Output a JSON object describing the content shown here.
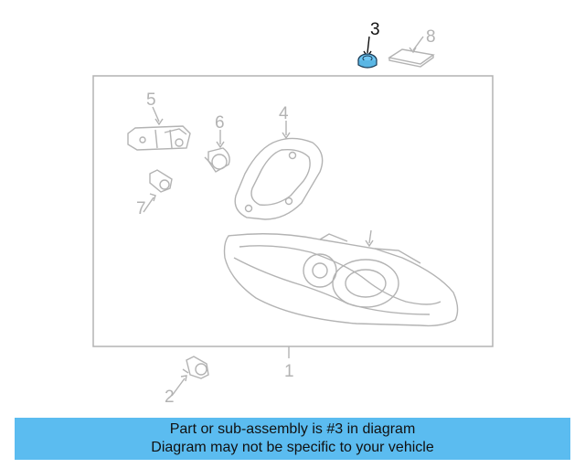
{
  "callouts": {
    "c1": "1",
    "c2": "2",
    "c3": "3",
    "c4": "4",
    "c5": "5",
    "c6": "6",
    "c7": "7",
    "c8": "8"
  },
  "highlighted_part": "3",
  "colors": {
    "highlight_fill": "#6ec6f2",
    "line_gray": "#b3b3b3",
    "caption_bg": "#5bbcf0"
  },
  "caption": {
    "line1": "Part or sub-assembly is #3 in diagram",
    "line2": "Diagram may not be specific to your vehicle"
  }
}
